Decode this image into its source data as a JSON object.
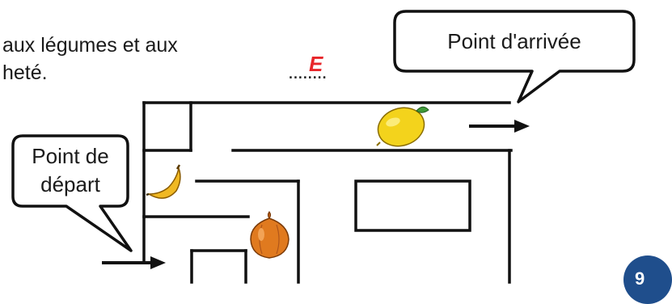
{
  "instructions": {
    "line1": "aux légumes et aux",
    "line2": "heté."
  },
  "answer": {
    "letter": "E",
    "dots": "........"
  },
  "bubbles": {
    "arrival": "Point d'arrivée",
    "departure_line1": "Point de",
    "departure_line2": "départ"
  },
  "page_badge": "9",
  "icons": [
    "lemon-icon",
    "banana-icon",
    "onion-icon",
    "arrow-right-icon"
  ],
  "colors": {
    "answer_red": "#e8262a",
    "lemon": "#f3d31c",
    "banana": "#f0b823",
    "onion": "#e07a1f",
    "badge_blue": "#1f4e8c"
  }
}
